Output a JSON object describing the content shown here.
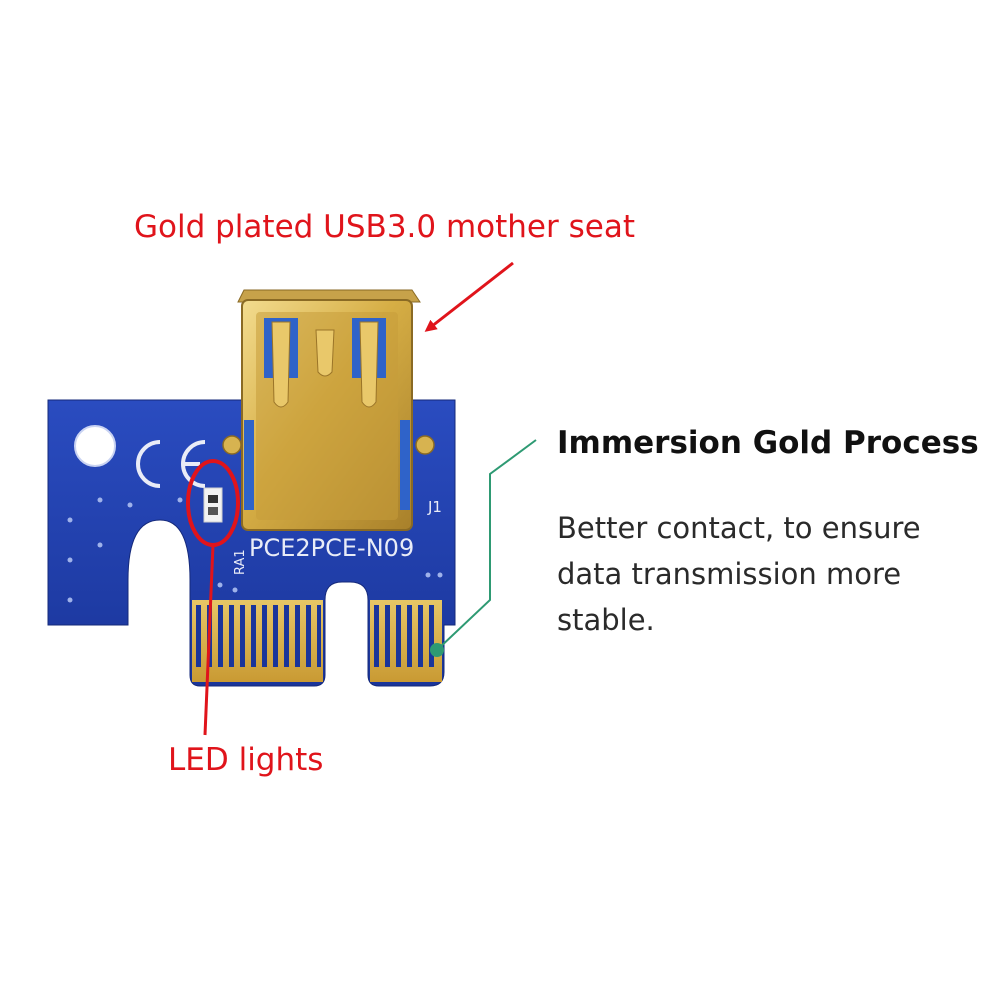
{
  "annotations": {
    "usb_seat": "Gold plated USB3.0 mother seat",
    "led": "LED lights"
  },
  "feature": {
    "title": "Immersion Gold Process",
    "description": "Better contact, to ensure data transmission more stable."
  },
  "board": {
    "model": "PCE2PCE-N09",
    "connector_ref": "J1",
    "led_ref": "RA1",
    "marking": "CE"
  },
  "colors": {
    "pcb": "#1f3fa8",
    "gold": "#d8b24a",
    "callout_red": "#e0141b",
    "callout_green": "#2e9a73"
  }
}
